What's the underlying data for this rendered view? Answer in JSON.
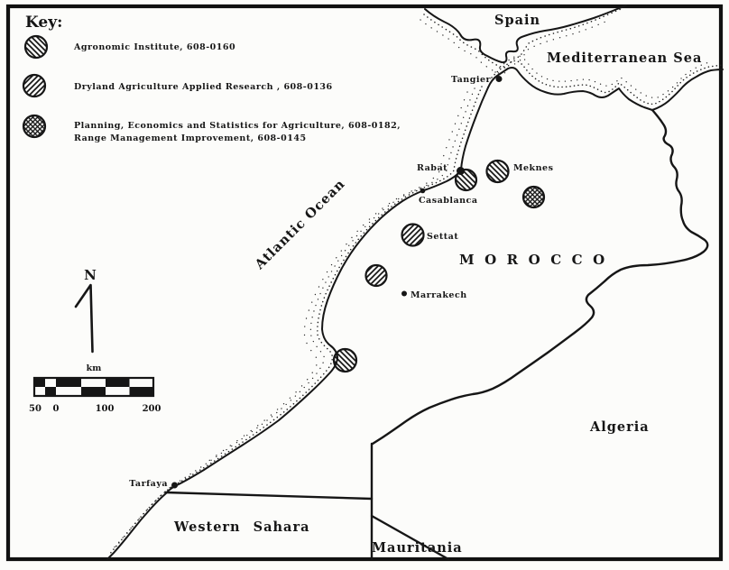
{
  "key": {
    "title": "Key:",
    "items": [
      {
        "symbol": "backslash-hatch-circle",
        "label": "Agronomic Institute, 608-0160"
      },
      {
        "symbol": "slash-hatch-circle",
        "label": "Dryland Agriculture Applied Research , 608-0136"
      },
      {
        "symbol": "crosshatch-circle",
        "label": "Planning, Economics and Statistics for Agriculture, 608-0182,",
        "label2": "Range Management Improvement, 608-0145"
      }
    ]
  },
  "regions": {
    "spain": "Spain",
    "mediterranean_sea": "Mediterranean Sea",
    "atlantic_ocean": "Atlantic Ocean",
    "morocco": "MOROCCO",
    "algeria": "Algeria",
    "western_sahara": "Western Sahara",
    "mauritania": "Mauritania"
  },
  "cities": {
    "tangier": "Tangier",
    "rabat": "Rabat",
    "casablanca": "Casablanca",
    "meknes": "Meknes",
    "settat": "Settat",
    "marrakech": "Marrakech",
    "tarfaya": "Tarfaya"
  },
  "compass": {
    "north": "N"
  },
  "scale_bar": {
    "unit": "km",
    "tick_labels": [
      "50",
      "0",
      "100",
      "200"
    ]
  },
  "markers": [
    {
      "symbol": "backslash-hatch-circle",
      "location": "Rabat"
    },
    {
      "symbol": "backslash-hatch-circle",
      "location": "Meknes"
    },
    {
      "symbol": "crosshatch-circle",
      "location": "southeast of Meknes"
    },
    {
      "symbol": "slash-hatch-circle",
      "location": "Settat"
    },
    {
      "symbol": "slash-hatch-circle",
      "location": "northwest of Marrakech"
    },
    {
      "symbol": "backslash-hatch-circle",
      "location": "Atlantic coast south of Marrakech"
    }
  ],
  "colors": {
    "ink": "#161616",
    "paper": "#fcfcfa"
  }
}
